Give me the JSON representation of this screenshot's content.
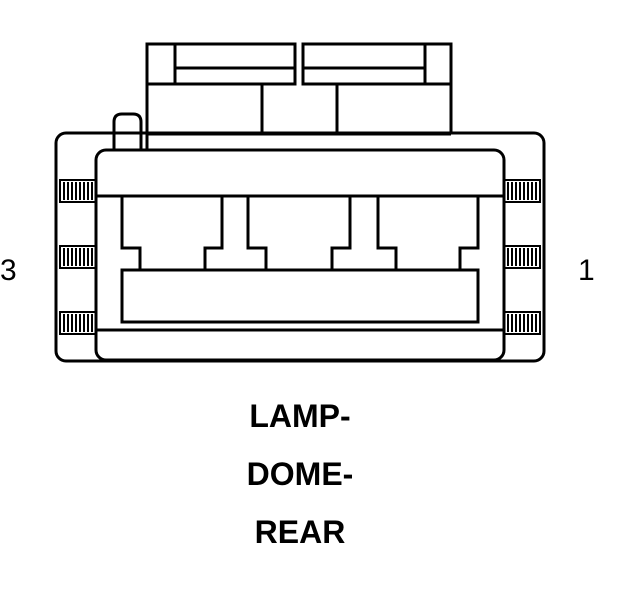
{
  "diagram": {
    "pin_labels": {
      "left": "3",
      "right": "1"
    },
    "caption_lines": [
      "LAMP-",
      "DOME-",
      "REAR"
    ],
    "line_color": "#000000",
    "background": "#ffffff"
  }
}
